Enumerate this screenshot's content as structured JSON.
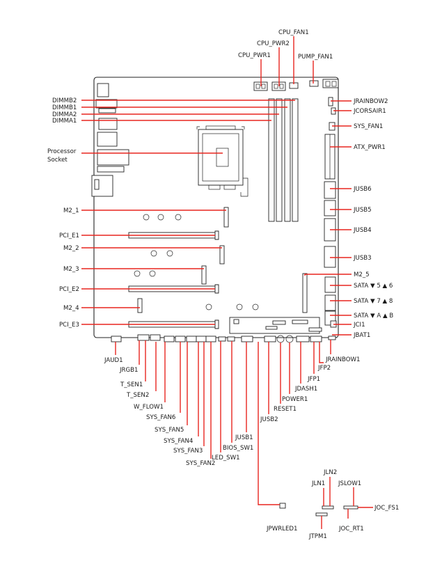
{
  "labels": {
    "cpu_fan1": "CPU_FAN1",
    "cpu_pwr2": "CPU_PWR2",
    "cpu_pwr1": "CPU_PWR1",
    "pump_fan1": "PUMP_FAN1",
    "dimmb2": "DIMMB2",
    "dimmb1": "DIMMB1",
    "dimma2": "DIMMA2",
    "dimma1": "DIMMA1",
    "processor_l1": "Processor",
    "processor_l2": "Socket",
    "m2_1": "M2_1",
    "pci_e1": "PCI_E1",
    "m2_2": "M2_2",
    "m2_3": "M2_3",
    "pci_e2": "PCI_E2",
    "m2_4": "M2_4",
    "pci_e3": "PCI_E3",
    "jrainbow2": "JRAINBOW2",
    "jcorsair1": "JCORSAIR1",
    "sys_fan1": "SYS_FAN1",
    "atx_pwr1": "ATX_PWR1",
    "jusb6": "JUSB6",
    "jusb5": "JUSB5",
    "jusb4": "JUSB4",
    "jusb3": "JUSB3",
    "m2_5": "M2_5",
    "sata_56": "SATA ▼ 5 ▲ 6",
    "sata_78": "SATA ▼ 7 ▲ 8",
    "sata_ab": "SATA ▼ A ▲ B",
    "jci1": "JCI1",
    "jbat1": "JBAT1",
    "jaud1": "JAUD1",
    "jrgb1": "JRGB1",
    "t_sen1": "T_SEN1",
    "t_sen2": "T_SEN2",
    "w_flow1": "W_FLOW1",
    "sys_fan6": "SYS_FAN6",
    "sys_fan5": "SYS_FAN5",
    "sys_fan4": "SYS_FAN4",
    "sys_fan3": "SYS_FAN3",
    "sys_fan2": "SYS_FAN2",
    "led_sw1": "LED_SW1",
    "bios_sw1": "BIOS_SW1",
    "jusb1": "JUSB1",
    "jusb2": "JUSB2",
    "reset1": "RESET1",
    "power1": "POWER1",
    "jdash1": "JDASH1",
    "jfp1": "JFP1",
    "jfp2": "JFP2",
    "jrainbow1": "JRAINBOW1",
    "jpwrled1": "JPWRLED1",
    "jln2": "JLN2",
    "jln1": "JLN1",
    "jslow1": "JSLOW1",
    "joc_fs1": "JOC_FS1",
    "joc_rt1": "JOC_RT1",
    "jtpm1": "JTPM1"
  },
  "colors": {
    "callout_line": "#e8251f",
    "outline": "#222222",
    "text": "#1a1a1a"
  }
}
